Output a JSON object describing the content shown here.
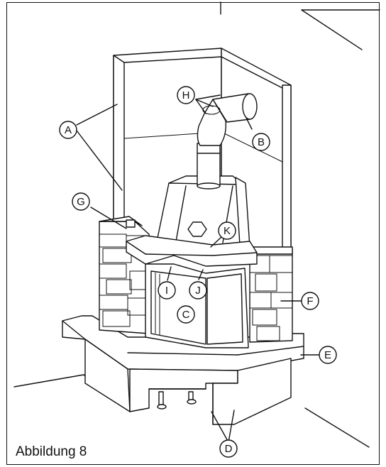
{
  "caption": "Abbildung 8",
  "callouts": {
    "A": "A",
    "B": "B",
    "C": "C",
    "D": "D",
    "E": "E",
    "F": "F",
    "G": "G",
    "H": "H",
    "I": "I",
    "J": "J",
    "K": "K"
  }
}
